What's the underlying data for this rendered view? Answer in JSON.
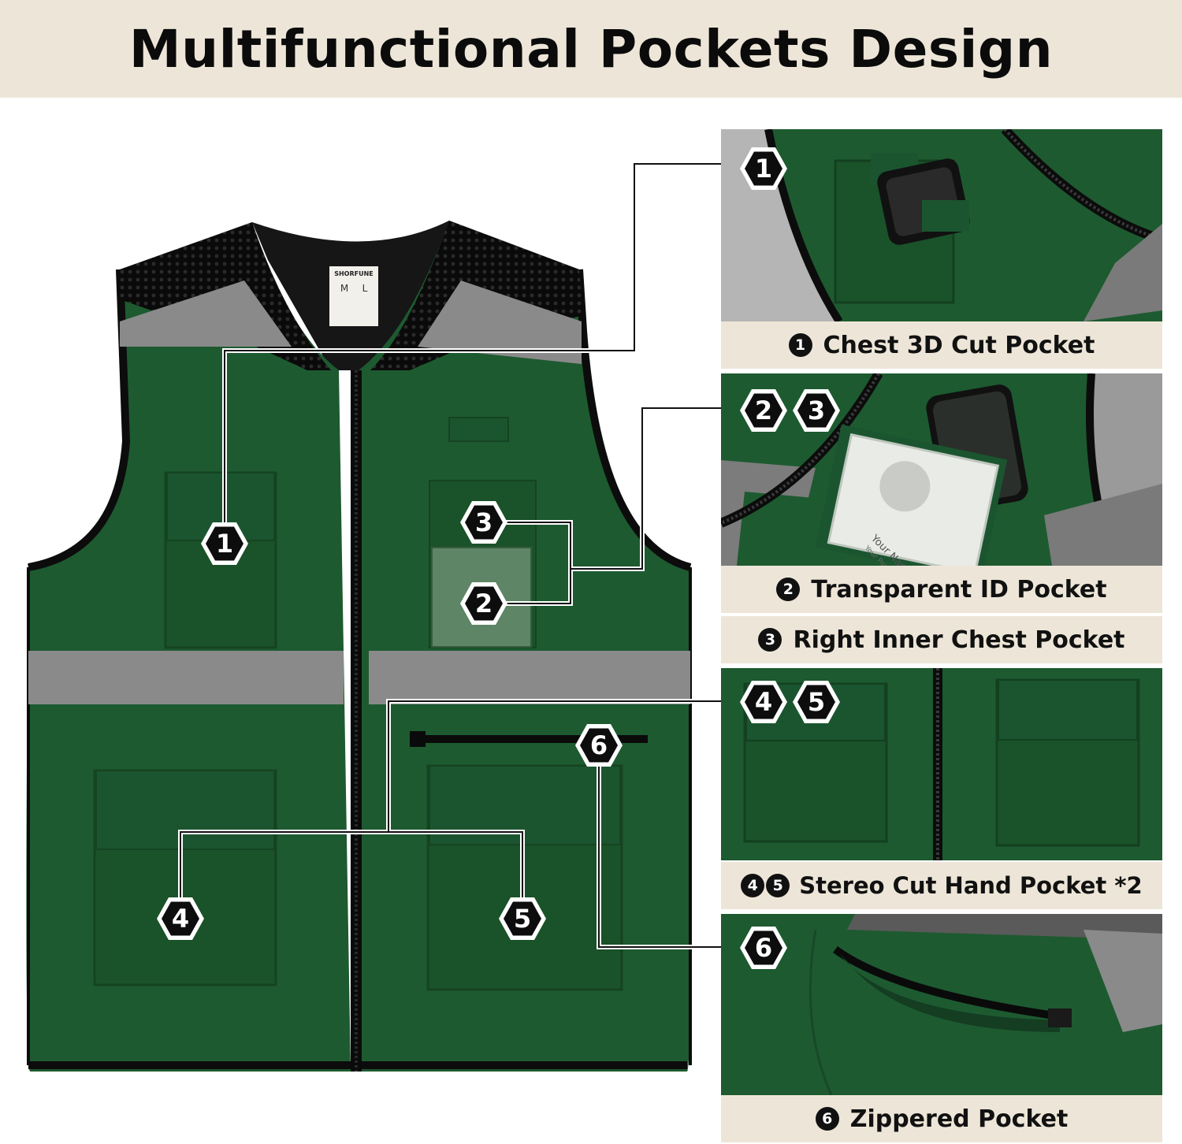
{
  "header": {
    "title": "Multifunctional Pockets Design"
  },
  "vest": {
    "color": "#1d5a30",
    "reflective_color": "#8a8a8a",
    "trim_color": "#0c0c0c",
    "label": {
      "brand": "SHORFUNE",
      "size": "L"
    },
    "markers": [
      "1",
      "2",
      "3",
      "4",
      "5",
      "6"
    ]
  },
  "details": {
    "marker_1": "1",
    "marker_2": "2",
    "marker_3": "3",
    "marker_4": "4",
    "marker_5": "5",
    "marker_6": "6",
    "id_card": {
      "name": "Your Name",
      "position": "Your Position"
    }
  },
  "captions": [
    {
      "nums": [
        "1"
      ],
      "label": "Chest 3D Cut Pocket"
    },
    {
      "nums": [
        "2"
      ],
      "label": "Transparent ID Pocket"
    },
    {
      "nums": [
        "3"
      ],
      "label": "Right Inner Chest Pocket"
    },
    {
      "nums": [
        "4",
        "5"
      ],
      "label": "Stereo Cut Hand Pocket *2"
    },
    {
      "nums": [
        "6"
      ],
      "label": "Zippered Pocket"
    }
  ]
}
